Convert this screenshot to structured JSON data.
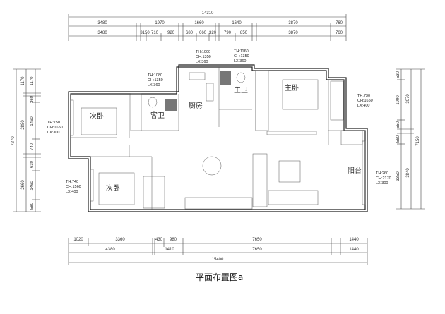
{
  "title": "平面布置图a",
  "dims_top": {
    "total": "14310",
    "row1": [
      "3480",
      "1970",
      "1660",
      "1640",
      "3870",
      "760"
    ],
    "row2": [
      "3480",
      "3150",
      "710",
      "920",
      "680",
      "660",
      "320",
      "790",
      "850",
      "3870",
      "760"
    ]
  },
  "dims_bottom": {
    "row1": [
      "1020",
      "3360",
      "430",
      "980",
      "7650",
      "1440"
    ],
    "row2": [
      "4380",
      "1410",
      "7650",
      "1440"
    ],
    "total": "15400"
  },
  "dims_left": {
    "total": "7270",
    "col1": [
      "1170",
      "2880",
      "2660"
    ],
    "col2": [
      "1170",
      "360",
      "1460",
      "740",
      "630",
      "1460",
      "580"
    ]
  },
  "dims_right": {
    "total": "7150",
    "col1": [
      "530",
      "1990",
      "550",
      "560",
      "3350"
    ],
    "col2": [
      "3070",
      "3840"
    ]
  },
  "rooms": {
    "guest_bath": "客卫",
    "kitchen": "厨房",
    "master_bath": "主卫",
    "master_bed": "主卧",
    "second_bed_top": "次卧",
    "second_bed_bottom": "次卧",
    "balcony": "阳台"
  },
  "windows": [
    {
      "th": "TH:750",
      "ch": "CH:1650",
      "lx": "LX:300"
    },
    {
      "th": "TH:740",
      "ch": "CH:1560",
      "lx": "LX:400"
    },
    {
      "th": "TH:1080",
      "ch": "CH:1350",
      "lx": "LX:360"
    },
    {
      "th": "TH:1000",
      "ch": "CH:1350",
      "lx": "LX:360"
    },
    {
      "th": "TH:1160",
      "ch": "CH:1350",
      "lx": "LX:360"
    },
    {
      "th": "TH:730",
      "ch": "CH:1650",
      "lx": "LX:400"
    },
    {
      "th": "TH:260",
      "ch": "CH:2170",
      "lx": "LX:300"
    }
  ]
}
